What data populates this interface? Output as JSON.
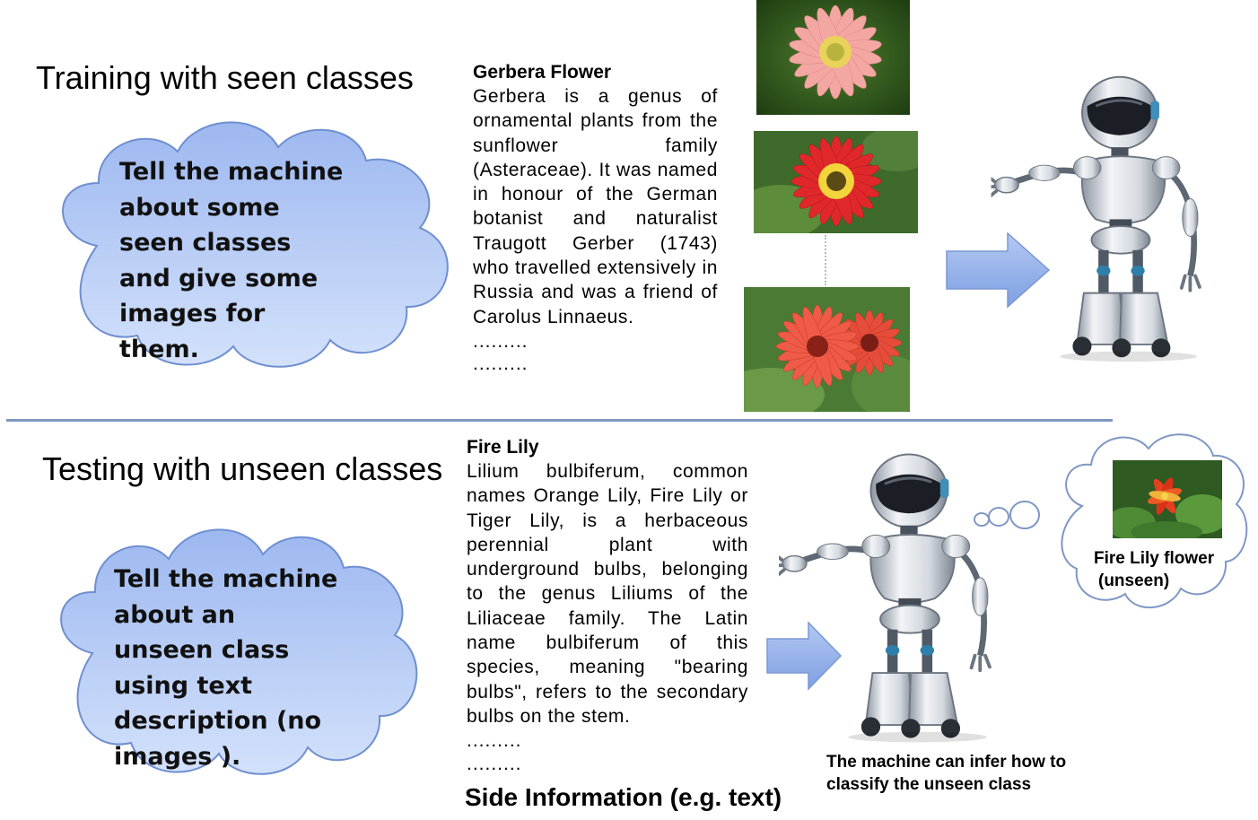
{
  "training": {
    "heading": "Training with seen classes",
    "cloud_text": "Tell the machine about some seen classes and give some images for them.",
    "description": {
      "title": "Gerbera Flower",
      "body": "Gerbera is a genus of ornamental plants from the sunflower family (Asteraceae). It was named in honour of the German botanist and naturalist Traugott Gerber (1743) who travelled extensively in Russia and was a friend of Carolus Linnaeus.",
      "ellipsis": [
        ".........",
        "........."
      ]
    },
    "image_separator": "·········"
  },
  "testing": {
    "heading": "Testing with unseen classes",
    "cloud_text": "Tell the machine about an unseen class using text description (no images ).",
    "description": {
      "title": "Fire Lily",
      "body": "Lilium bulbiferum, common names Orange Lily, Fire Lily or Tiger Lily, is a herbaceous perennial plant with underground bulbs, belonging to the genus Liliums of the Liliaceae family. The Latin name bulbiferum of this species, meaning \"bearing bulbs\", refers to the secondary bulbs on the stem.",
      "ellipsis": [
        ".........",
        "........."
      ]
    },
    "side_info_label": "Side Information (e.g. text)",
    "thought_label": [
      "Fire Lily flower",
      "(unseen)"
    ],
    "robot_caption": [
      "The machine can infer how to",
      "classify the unseen class"
    ]
  },
  "colors": {
    "cloud_fill_top": "#9db8f0",
    "cloud_fill_bottom": "#cdddfa",
    "cloud_stroke": "#6f8fd0",
    "arrow_fill": "#8eaeea",
    "divider": "#7e98c2",
    "thought_stroke": "#7f97c4"
  }
}
